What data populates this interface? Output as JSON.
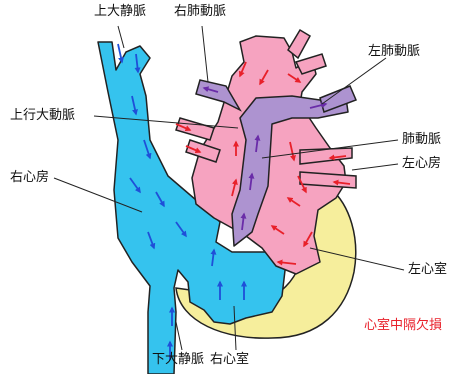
{
  "labels": {
    "svc": "上大静脈",
    "rpa": "右肺動脈",
    "lpa": "左肺動脈",
    "asc_aorta": "上行大動脈",
    "pa": "肺動脈",
    "la": "左心房",
    "ra": "右心房",
    "lv": "左心室",
    "vsd": "心室中隔欠損",
    "ivc": "下大静脈",
    "rv": "右心室"
  },
  "colors": {
    "venous": "#35c3ee",
    "arterial": "#f6a3c0",
    "pulmonary": "#ad93d0",
    "muscle": "#f6ee9c",
    "arrow_blue": "#1f4fd8",
    "arrow_red": "#e8202a",
    "arrow_purple": "#6a2ca8",
    "vsd_label": "#e8202a"
  }
}
